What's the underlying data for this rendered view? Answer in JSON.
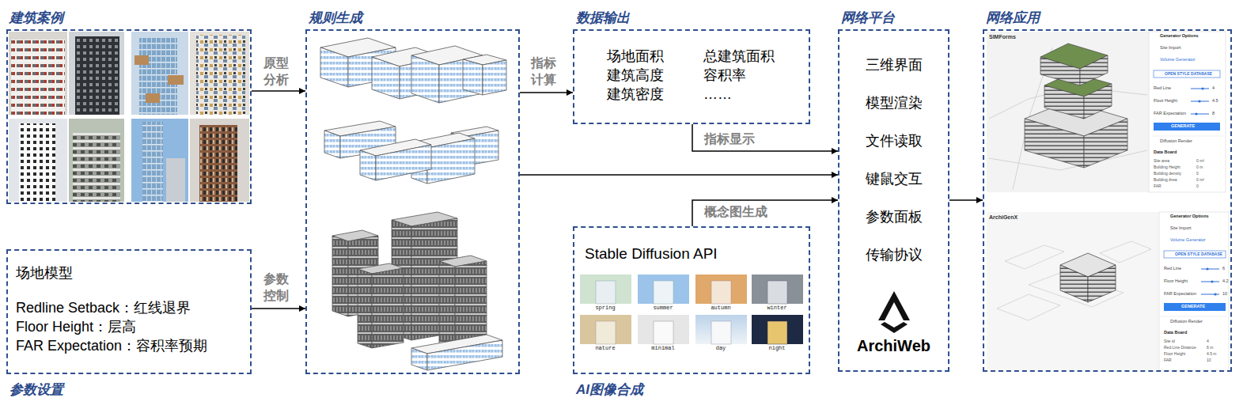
{
  "diagram": {
    "nodes": [
      {
        "text": [
          "建筑案例"
        ]
      },
      {
        "text": [
          "场地模型",
          "Redline Setback：红线退界",
          "Floor Height：层高",
          "FAR Expectation：容积率预期",
          "参数设置"
        ]
      },
      {
        "text": [
          "规则生成"
        ]
      },
      {
        "text": [
          "数据输出",
          "场地面积",
          "总建筑面积",
          "建筑高度",
          "容积率",
          "建筑密度",
          "……"
        ]
      },
      {
        "text": [
          "Stable Diffusion API",
          "AI图像合成"
        ]
      },
      {
        "text": [
          "网络平台",
          "三维界面",
          "模型渲染",
          "文件读取",
          "键鼠交互",
          "参数面板",
          "传输协议",
          "ArchiWeb"
        ]
      },
      {
        "text": [
          "网络应用"
        ]
      }
    ],
    "edges": [
      {
        "from": 0,
        "to": 2,
        "label": "原型分析",
        "arrow": "to"
      },
      {
        "from": 1,
        "to": 2,
        "label": "参数控制",
        "arrow": "to"
      },
      {
        "from": 2,
        "to": 3,
        "label": "指标计算",
        "arrow": "to"
      },
      {
        "from": 3,
        "to": 5,
        "label": "指标显示",
        "arrow": "to"
      },
      {
        "from": 2,
        "to": 5,
        "arrow": "to"
      },
      {
        "from": 4,
        "to": 5,
        "label": "概念图生成",
        "arrow": "to"
      },
      {
        "from": 5,
        "to": 6,
        "arrow": "to"
      }
    ],
    "labels": [
      "spring",
      "summer",
      "autumn",
      "winter",
      "nature",
      "minimal",
      "day",
      "night",
      "SIMForms",
      "Generator Options",
      "Site Import",
      "Volume Generator",
      "OPEN STYLE DATABASE",
      "Red Line",
      "4",
      "Floor Height",
      "4.5",
      "FAR Expectation",
      "8",
      "GENERATE",
      "Diffusion Render",
      "Data Board",
      "Site area",
      "0 m²",
      "Building Height",
      "0 m",
      "Building density",
      "0",
      "Building Area",
      "0 m²",
      "FAR",
      "0",
      "ArchiGenX",
      "Generator Options",
      "Site Import",
      "Volume Generator",
      "OPEN STYLE DATABASE",
      "Red Line",
      "6",
      "Floor Height",
      "4.2",
      "FAR Expectation",
      "10",
      "GENERATE",
      "Diffusion Render",
      "Data Board",
      "Site id",
      "4",
      "Red Line Distance",
      "6 m",
      "Floor Height",
      "4.5 m",
      "FAR",
      "10"
    ]
  }
}
